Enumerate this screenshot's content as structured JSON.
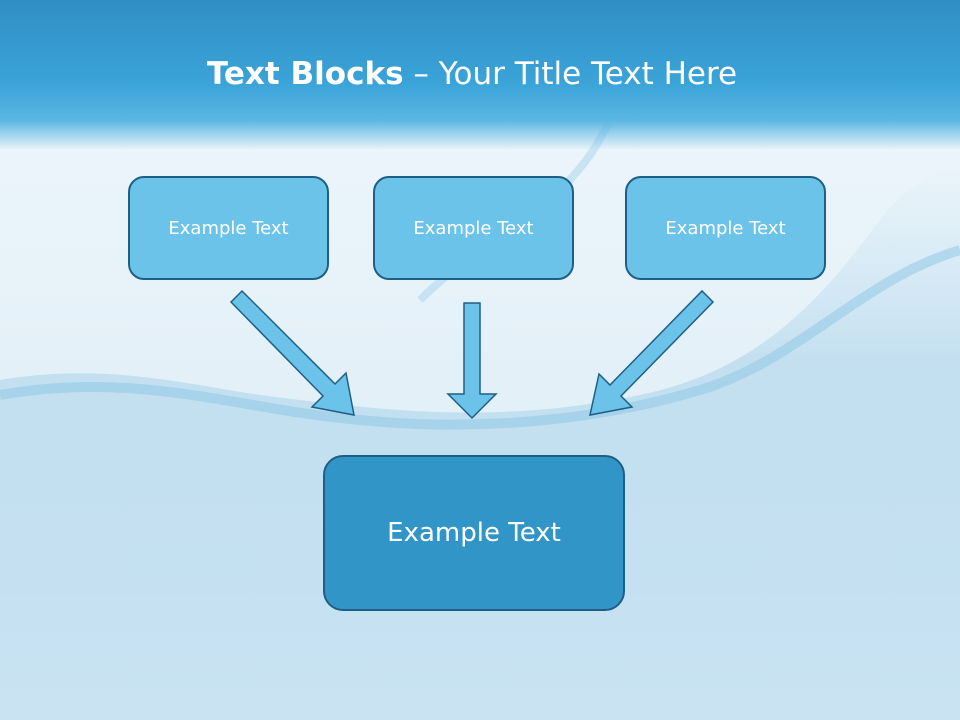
{
  "slide": {
    "title_bold": "Text Blocks",
    "title_rest": " – Your Title Text Here",
    "top_boxes": [
      {
        "label": "Example Text"
      },
      {
        "label": "Example Text"
      },
      {
        "label": "Example Text"
      }
    ],
    "main_box": {
      "label": "Example Text"
    }
  },
  "colors": {
    "title_band": "#3aa3d8",
    "top_box_fill": "#6cc3ea",
    "main_box_fill": "#3295c8",
    "box_border": "#1f5f86",
    "arrow_fill": "#6cc3ea"
  }
}
